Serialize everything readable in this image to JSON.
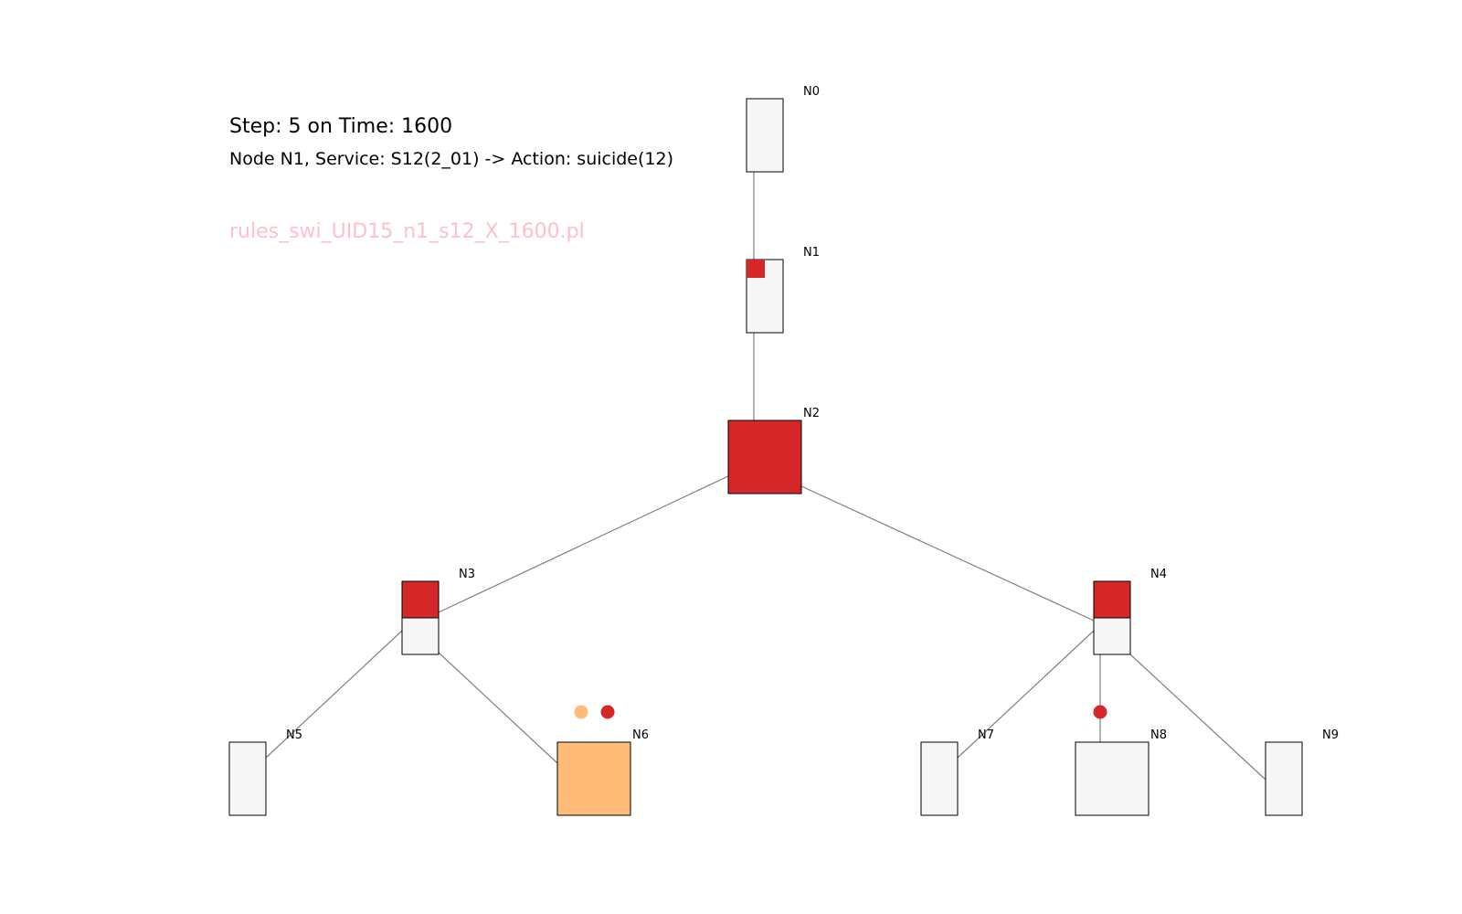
{
  "header": {
    "step_line": "Step: 5 on Time: 1600",
    "action_line": "Node N1, Service: S12(2_01) -> Action: suicide(12)",
    "filename": "rules_swi_UID15_n1_s12_X_1600.pl"
  },
  "colors": {
    "edge": "#808080",
    "node_fill": "#f7f7f7",
    "node_stroke": "#000000",
    "red": "#d62728",
    "orange": "#ffbb78",
    "filename": "#ffc0cb"
  },
  "nodes": [
    {
      "id": "N0",
      "label": "N0",
      "fill_color": "#f7f7f7"
    },
    {
      "id": "N1",
      "label": "N1",
      "fill_color": "#f7f7f7",
      "marker": "red-small-square"
    },
    {
      "id": "N2",
      "label": "N2",
      "fill_color": "#d62728"
    },
    {
      "id": "N3",
      "label": "N3",
      "fill_color": "#f7f7f7",
      "top_half_color": "#d62728"
    },
    {
      "id": "N4",
      "label": "N4",
      "fill_color": "#f7f7f7",
      "top_half_color": "#d62728"
    },
    {
      "id": "N5",
      "label": "N5",
      "fill_color": "#f7f7f7"
    },
    {
      "id": "N6",
      "label": "N6",
      "fill_color": "#ffbb78"
    },
    {
      "id": "N7",
      "label": "N7",
      "fill_color": "#f7f7f7"
    },
    {
      "id": "N8",
      "label": "N8",
      "fill_color": "#f7f7f7"
    },
    {
      "id": "N9",
      "label": "N9",
      "fill_color": "#f7f7f7"
    }
  ],
  "edges": [
    [
      "N0",
      "N1"
    ],
    [
      "N1",
      "N2"
    ],
    [
      "N2",
      "N3"
    ],
    [
      "N2",
      "N4"
    ],
    [
      "N3",
      "N5"
    ],
    [
      "N3",
      "N6"
    ],
    [
      "N4",
      "N7"
    ],
    [
      "N4",
      "N8"
    ],
    [
      "N4",
      "N9"
    ]
  ],
  "dots": [
    {
      "near": "N6",
      "color": "#ffbb78"
    },
    {
      "near": "N6",
      "color": "#d62728"
    },
    {
      "near": "N8",
      "color": "#d62728"
    }
  ]
}
